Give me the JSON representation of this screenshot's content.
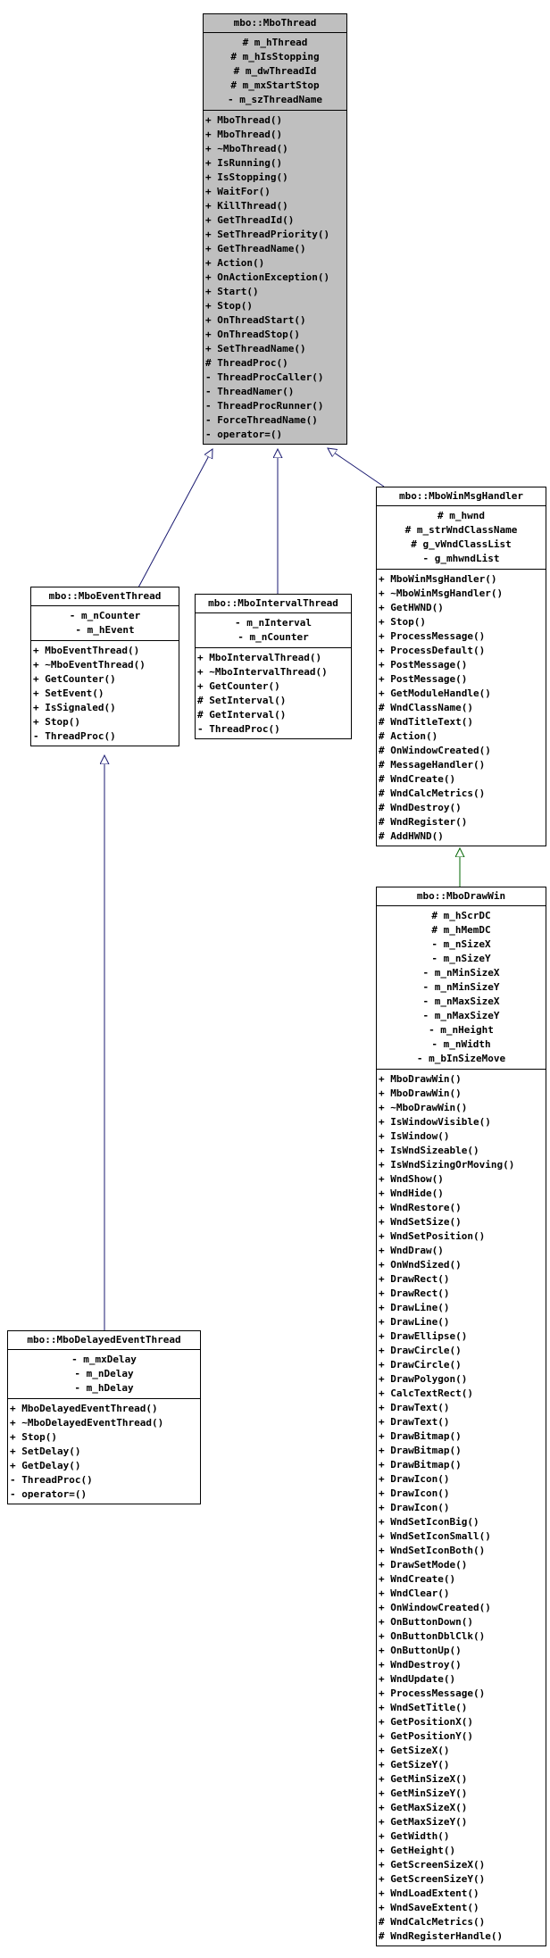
{
  "diagram": {
    "type": "uml-class-inheritance-graph",
    "colors": {
      "public_inheritance_edge": "#191970",
      "protected_inheritance_edge": "#006400",
      "focus_class_background": "#bfbfbf",
      "box_border": "#000000",
      "text": "#000000"
    },
    "classes": [
      {
        "id": "thread",
        "title": "mbo::MboThread",
        "attrs": [
          "# m_hThread",
          "# m_hIsStopping",
          "# m_dwThreadId",
          "# m_mxStartStop",
          "- m_szThreadName"
        ],
        "methods": [
          "+ MboThread()",
          "+ MboThread()",
          "+ ~MboThread()",
          "+ IsRunning()",
          "+ IsStopping()",
          "+ WaitFor()",
          "+ KillThread()",
          "+ GetThreadId()",
          "+ SetThreadPriority()",
          "+ GetThreadName()",
          "+ Action()",
          "+ OnActionException()",
          "+ Start()",
          "+ Stop()",
          "+ OnThreadStart()",
          "+ OnThreadStop()",
          "+ SetThreadName()",
          "# ThreadProc()",
          "- ThreadProcCaller()",
          "- ThreadNamer()",
          "- ThreadProcRunner()",
          "- ForceThreadName()",
          "- operator=()"
        ]
      },
      {
        "id": "event_thread",
        "title": "mbo::MboEventThread",
        "attrs": [
          "- m_nCounter",
          "- m_hEvent"
        ],
        "methods": [
          "+ MboEventThread()",
          "+ ~MboEventThread()",
          "+ GetCounter()",
          "+ SetEvent()",
          "+ IsSignaled()",
          "+ Stop()",
          "- ThreadProc()"
        ]
      },
      {
        "id": "interval_thread",
        "title": "mbo::MboIntervalThread",
        "attrs": [
          "- m_nInterval",
          "- m_nCounter"
        ],
        "methods": [
          "+ MboIntervalThread()",
          "+ ~MboIntervalThread()",
          "+ GetCounter()",
          "# SetInterval()",
          "# GetInterval()",
          "- ThreadProc()"
        ]
      },
      {
        "id": "win_msg_handler",
        "title": "mbo::MboWinMsgHandler",
        "attrs": [
          "# m_hwnd",
          "# m_strWndClassName",
          "# g_vWndClassList",
          "- g_mhwndList"
        ],
        "methods": [
          "+ MboWinMsgHandler()",
          "+ ~MboWinMsgHandler()",
          "+ GetHWND()",
          "+ Stop()",
          "+ ProcessMessage()",
          "+ ProcessDefault()",
          "+ PostMessage()",
          "+ PostMessage()",
          "+ GetModuleHandle()",
          "# WndClassName()",
          "# WndTitleText()",
          "# Action()",
          "# OnWindowCreated()",
          "# MessageHandler()",
          "# WndCreate()",
          "# WndCalcMetrics()",
          "# WndDestroy()",
          "# WndRegister()",
          "# AddHWND()"
        ]
      },
      {
        "id": "delayed_event_thread",
        "title": "mbo::MboDelayedEventThread",
        "attrs": [
          "- m_mxDelay",
          "- m_nDelay",
          "- m_hDelay"
        ],
        "methods": [
          "+ MboDelayedEventThread()",
          "+ ~MboDelayedEventThread()",
          "+ Stop()",
          "+ SetDelay()",
          "+ GetDelay()",
          "- ThreadProc()",
          "- operator=()"
        ]
      },
      {
        "id": "draw_win",
        "title": "mbo::MboDrawWin",
        "attrs": [
          "# m_hScrDC",
          "# m_hMemDC",
          "- m_nSizeX",
          "- m_nSizeY",
          "- m_nMinSizeX",
          "- m_nMinSizeY",
          "- m_nMaxSizeX",
          "- m_nMaxSizeY",
          "- m_nHeight",
          "- m_nWidth",
          "- m_bInSizeMove"
        ],
        "methods": [
          "+ MboDrawWin()",
          "+ MboDrawWin()",
          "+ ~MboDrawWin()",
          "+ IsWindowVisible()",
          "+ IsWindow()",
          "+ IsWndSizeable()",
          "+ IsWndSizingOrMoving()",
          "+ WndShow()",
          "+ WndHide()",
          "+ WndRestore()",
          "+ WndSetSize()",
          "+ WndSetPosition()",
          "+ WndDraw()",
          "+ OnWndSized()",
          "+ DrawRect()",
          "+ DrawRect()",
          "+ DrawLine()",
          "+ DrawLine()",
          "+ DrawEllipse()",
          "+ DrawCircle()",
          "+ DrawCircle()",
          "+ DrawPolygon()",
          "+ CalcTextRect()",
          "+ DrawText()",
          "+ DrawText()",
          "+ DrawBitmap()",
          "+ DrawBitmap()",
          "+ DrawBitmap()",
          "+ DrawIcon()",
          "+ DrawIcon()",
          "+ DrawIcon()",
          "+ WndSetIconBig()",
          "+ WndSetIconSmall()",
          "+ WndSetIconBoth()",
          "+ DrawSetMode()",
          "+ WndCreate()",
          "+ WndClear()",
          "+ OnWindowCreated()",
          "+ OnButtonDown()",
          "+ OnButtonDblClk()",
          "+ OnButtonUp()",
          "+ WndDestroy()",
          "+ WndUpdate()",
          "+ ProcessMessage()",
          "+ WndSetTitle()",
          "+ GetPositionX()",
          "+ GetPositionY()",
          "+ GetSizeX()",
          "+ GetSizeY()",
          "+ GetMinSizeX()",
          "+ GetMinSizeY()",
          "+ GetMaxSizeX()",
          "+ GetMaxSizeY()",
          "+ GetWidth()",
          "+ GetHeight()",
          "+ GetScreenSizeX()",
          "+ GetScreenSizeY()",
          "+ WndLoadExtent()",
          "+ WndSaveExtent()",
          "# WndCalcMetrics()",
          "# WndRegisterHandle()"
        ]
      }
    ]
  }
}
